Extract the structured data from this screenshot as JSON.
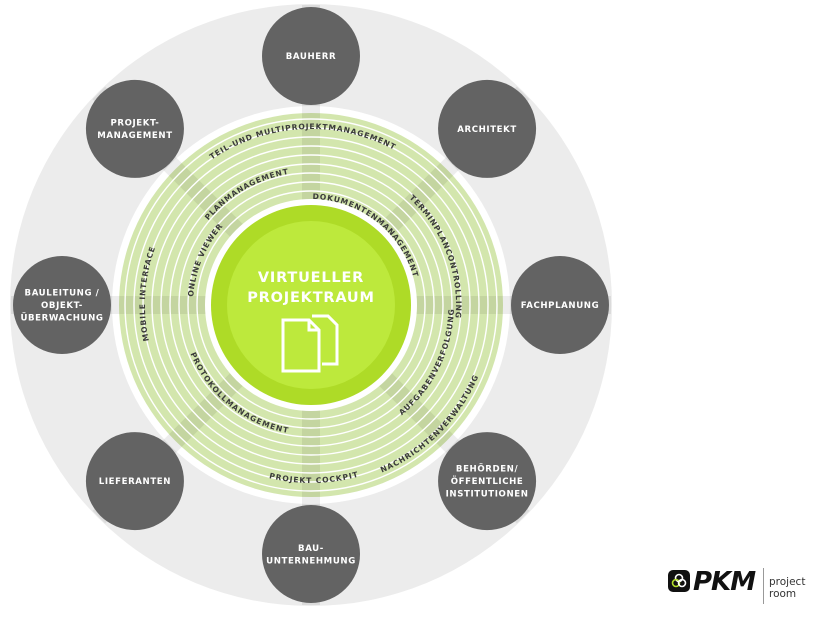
{
  "diagram": {
    "center": {
      "lines": [
        "VIRTUELLER",
        "PROJEKTRAUM"
      ],
      "icon": "documents-icon"
    },
    "modules": [
      {
        "id": "teil",
        "label": "TEIL-UND MULTIPROJEKTMANAGEMENT"
      },
      {
        "id": "plan",
        "label": "PLANMANAGEMENT"
      },
      {
        "id": "online",
        "label": "ONLINE VIEWER"
      },
      {
        "id": "mobile",
        "label": "MOBILE INTERFACE"
      },
      {
        "id": "doku",
        "label": "DOKUMENTENMANAGEMENT"
      },
      {
        "id": "termin",
        "label": "TERMINPLANCONTROLLING"
      },
      {
        "id": "aufgaben",
        "label": "AUFGABENVERFOLGUNG"
      },
      {
        "id": "nachrichten",
        "label": "NACHRICHTENVERWALTUNG"
      },
      {
        "id": "cockpit",
        "label": "PROJEKT COCKPIT"
      },
      {
        "id": "protokoll",
        "label": "PROTOKOLLMANAGEMENT"
      }
    ],
    "stakeholders": [
      {
        "lines": [
          "BAUHERR"
        ]
      },
      {
        "lines": [
          "ARCHITEKT"
        ]
      },
      {
        "lines": [
          "FACHPLANUNG"
        ]
      },
      {
        "lines": [
          "BEHÖRDEN/",
          "ÖFFENTLICHE",
          "INSTITUTIONEN"
        ]
      },
      {
        "lines": [
          "BAU-",
          "UNTERNEHMUNG"
        ]
      },
      {
        "lines": [
          "LIEFERANTEN"
        ]
      },
      {
        "lines": [
          "BAULEITUNG /",
          "OBJEKT-",
          "ÜBERWACHUNG"
        ]
      },
      {
        "lines": [
          "PROJEKT-",
          "MANAGEMENT"
        ]
      }
    ],
    "colors": {
      "outer": "#ececec",
      "ring": "#d3e6ad",
      "center": "#b4df2c",
      "center_inner": "#bde93c",
      "stakeholder": "#636363"
    }
  },
  "logo": {
    "brand": "PKM",
    "sub1": "project",
    "sub2": "room"
  }
}
